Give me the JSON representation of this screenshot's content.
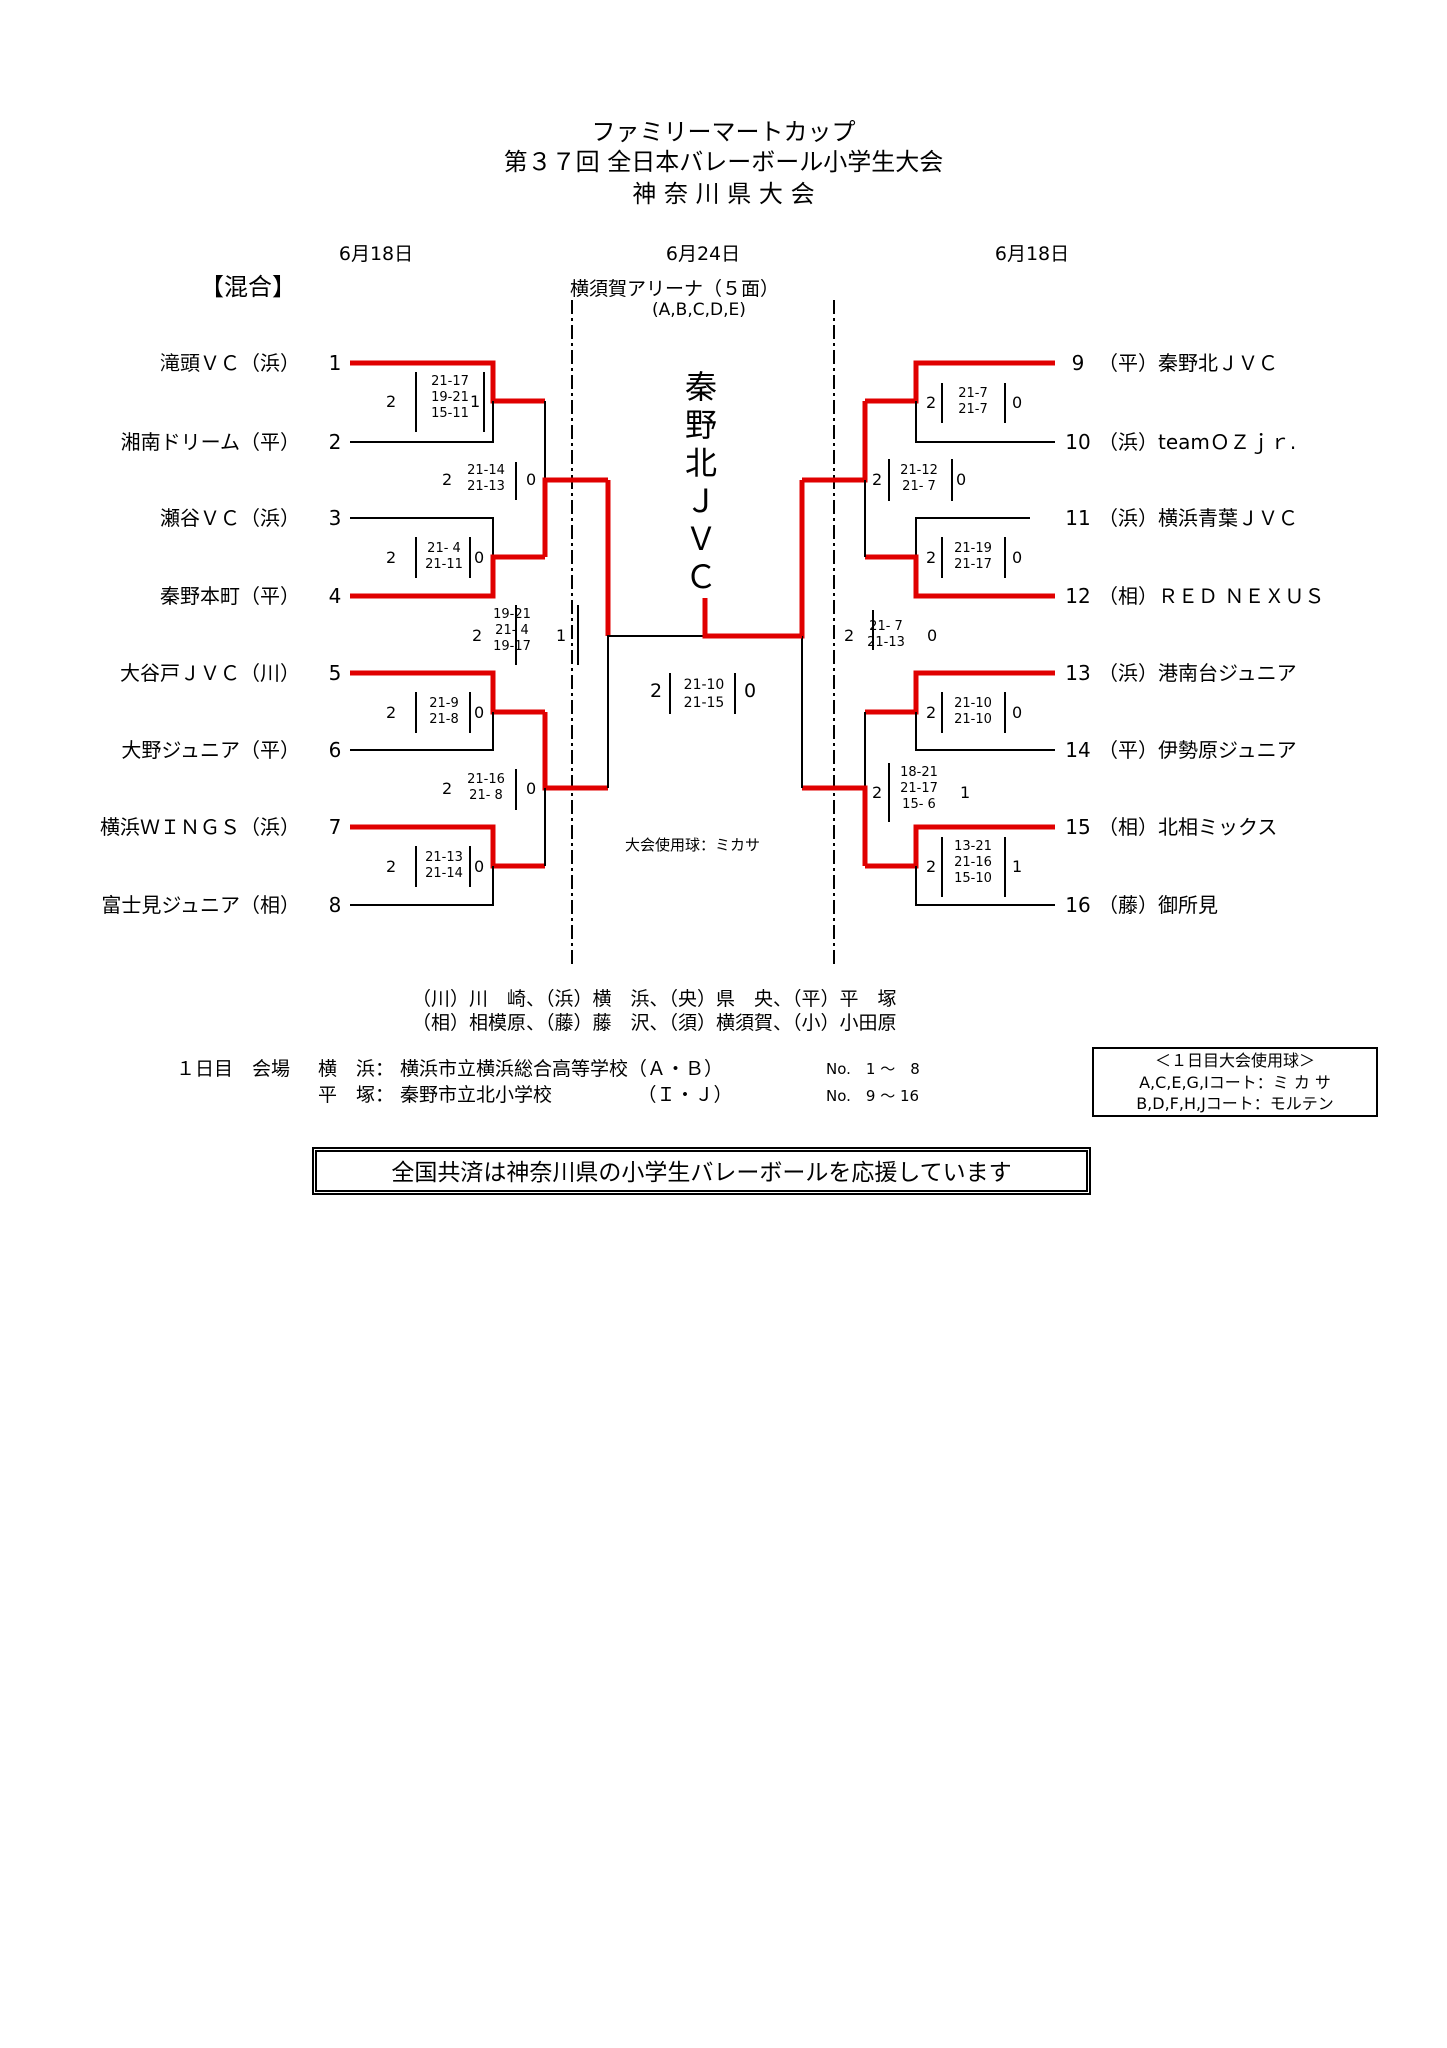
{
  "header": {
    "line1": "ファミリーマートカップ",
    "line2": "第３７回 全日本バレーボール小学生大会",
    "line3": "神 奈 川 県 大 会"
  },
  "dates": {
    "left": "6月18日",
    "center": "6月24日",
    "right": "6月18日"
  },
  "category": "【混合】",
  "venue": {
    "name": "横須賀アリーナ（５面）",
    "courts": "(A,B,C,D,E)"
  },
  "champion": [
    "秦",
    "野",
    "北",
    "Ｊ",
    "Ｖ",
    "Ｃ"
  ],
  "official_ball": "大会使用球：ミカサ",
  "teams_left": [
    {
      "no": "1",
      "name": "滝頭ＶＣ（浜）"
    },
    {
      "no": "2",
      "name": "湘南ドリーム（平）"
    },
    {
      "no": "3",
      "name": "瀬谷ＶＣ（浜）"
    },
    {
      "no": "4",
      "name": "秦野本町（平）"
    },
    {
      "no": "5",
      "name": "大谷戸ＪＶＣ（川）"
    },
    {
      "no": "6",
      "name": "大野ジュニア（平）"
    },
    {
      "no": "7",
      "name": "横浜ＷＩＮＧＳ（浜）"
    },
    {
      "no": "8",
      "name": "富士見ジュニア（相）"
    }
  ],
  "teams_right": [
    {
      "no": "9",
      "name": "（平）秦野北ＪＶＣ"
    },
    {
      "no": "10",
      "name": "（浜）teamＯＺｊｒ."
    },
    {
      "no": "11",
      "name": "（浜）横浜青葉ＪＶＣ"
    },
    {
      "no": "12",
      "name": "（相）ＲＥＤ ＮＥＸＵＳ"
    },
    {
      "no": "13",
      "name": "（浜）港南台ジュニア"
    },
    {
      "no": "14",
      "name": "（平）伊勢原ジュニア"
    },
    {
      "no": "15",
      "name": "（相）北相ミックス"
    },
    {
      "no": "16",
      "name": "（藤）御所見"
    }
  ],
  "scores": {
    "r1_1": {
      "a": "2",
      "sets": [
        "21-17",
        "19-21",
        "15-11"
      ],
      "b": "1"
    },
    "r1_2": {
      "a": "2",
      "sets": [
        "21- 4",
        "21-11"
      ],
      "b": "0"
    },
    "r1_3": {
      "a": "2",
      "sets": [
        "21-9",
        "21-8"
      ],
      "b": "0"
    },
    "r1_4": {
      "a": "2",
      "sets": [
        "21-13",
        "21-14"
      ],
      "b": "0"
    },
    "r2_1": {
      "a": "2",
      "sets": [
        "21-14",
        "21-13"
      ],
      "b": "0"
    },
    "r2_2": {
      "a": "2",
      "sets": [
        "21-16",
        "21- 8"
      ],
      "b": "0"
    },
    "r3_l": {
      "a": "2",
      "sets": [
        "19-21",
        "21- 4",
        "19-17"
      ],
      "b": "1"
    },
    "final": {
      "a": "2",
      "sets": [
        "21-10",
        "21-15"
      ],
      "b": "0"
    },
    "r3_r": {
      "a": "2",
      "sets": [
        "21- 7",
        "21-13"
      ],
      "b": "0"
    },
    "r2_3": {
      "a": "2",
      "sets": [
        "21-12",
        "21- 7"
      ],
      "b": "0"
    },
    "r2_4": {
      "a": "2",
      "sets": [
        "18-21",
        "21-17",
        "15- 6"
      ],
      "b": "1"
    },
    "r1_5": {
      "a": "2",
      "sets": [
        "21-7",
        "21-7"
      ],
      "b": "0"
    },
    "r1_6": {
      "a": "2",
      "sets": [
        "21-19",
        "21-17"
      ],
      "b": "0"
    },
    "r1_7": {
      "a": "2",
      "sets": [
        "21-10",
        "21-10"
      ],
      "b": "0"
    },
    "r1_8": {
      "a": "2",
      "sets": [
        "13-21",
        "21-16",
        "15-10"
      ],
      "b": "1"
    }
  },
  "legend": {
    "line1": "（川）川　崎、（浜）横　浜、（央）県　央、（平）平　塚",
    "line2": "（相）相模原、（藤）藤　沢、（須）横須賀、（小）小田原"
  },
  "day1": {
    "label": "１日目　会場",
    "v1_city": "横　浜：",
    "v1_name": "横浜市立横浜総合高等学校（Ａ・Ｂ）",
    "v1_no": "No.　1 ～　8",
    "v2_city": "平　塚：",
    "v2_name": "秦野市立北小学校　　　　　（Ｉ・Ｊ）",
    "v2_no": "No.　9 ～ 16"
  },
  "day1_ball": {
    "title": "＜１日目大会使用球＞",
    "line1": "A,C,E,G,Iコート：ミ カ サ",
    "line2": "B,D,F,H,Jコート：モルテン"
  },
  "banner": "全国共済は神奈川県の小学生バレーボールを応援しています",
  "colors": {
    "win": "#e00000",
    "line": "#000000"
  }
}
